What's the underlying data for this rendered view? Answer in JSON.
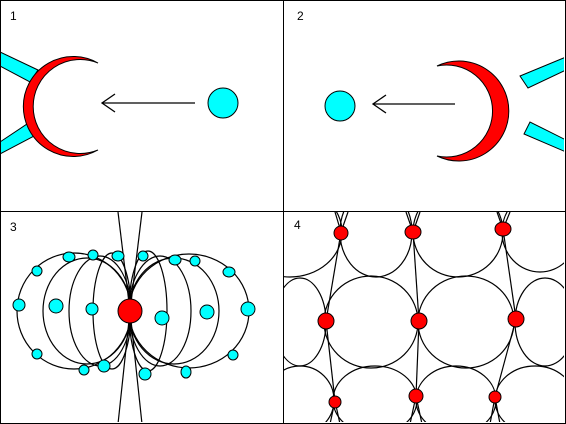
{
  "panels": [
    {
      "label": "1"
    },
    {
      "label": "2"
    },
    {
      "label": "3"
    },
    {
      "label": "4"
    }
  ],
  "colors": {
    "receptor": "#ff0000",
    "ligand": "#00ffff",
    "outline": "#000000",
    "background": "#ffffff"
  },
  "icons": {
    "receptor": "crescent-shape",
    "ligand": "circle-shape",
    "arrow": "left-arrow"
  }
}
